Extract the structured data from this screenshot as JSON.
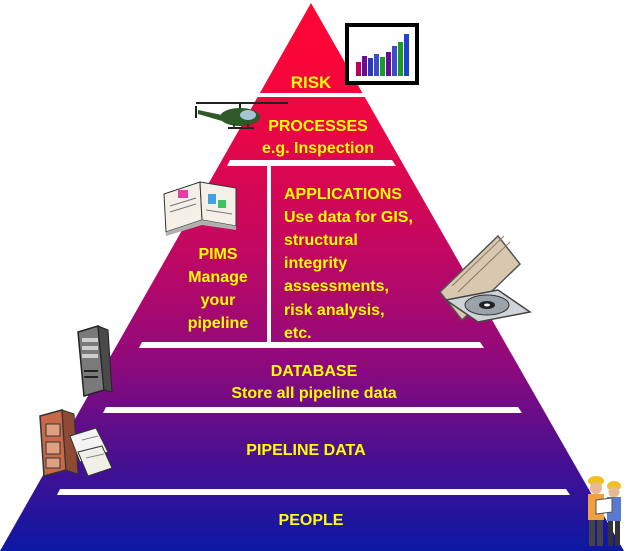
{
  "tiers": {
    "risk": "RISK",
    "processes": [
      "PROCESSES",
      "e.g. Inspection"
    ],
    "pims": [
      "PIMS",
      "Manage",
      "your",
      "pipeline"
    ],
    "applications": [
      "APPLICATIONS",
      "Use data for GIS,",
      "structural",
      "integrity",
      "assessments,",
      "risk analysis,",
      "etc."
    ],
    "database": [
      "DATABASE",
      "Store all pipeline data"
    ],
    "pipeline_data": "PIPELINE DATA",
    "people": "PEOPLE"
  },
  "colors": {
    "apex": "#ff0033",
    "mid": "#b0006a",
    "base": "#0e17a0",
    "label": "#ffff00",
    "divider": "#ffffff"
  },
  "icons": [
    "bar-chart-clipart-icon",
    "helicopter-clipart-icon",
    "open-book-clipart-icon",
    "cd-case-clipart-icon",
    "computer-tower-clipart-icon",
    "filing-cabinet-clipart-icon",
    "workers-clipart-icon"
  ]
}
